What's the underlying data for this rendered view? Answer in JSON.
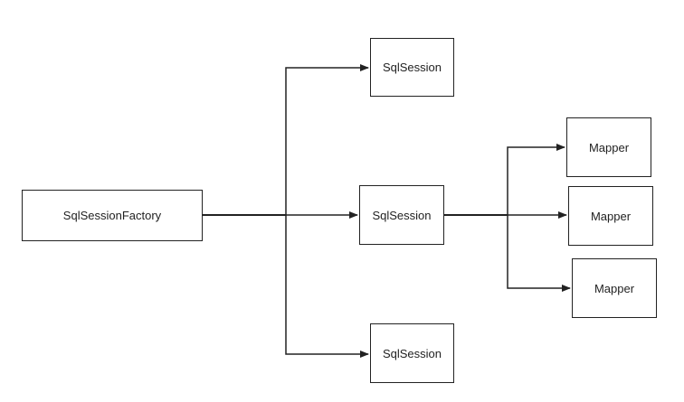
{
  "nodes": {
    "factory": {
      "label": "SqlSessionFactory"
    },
    "sessions": [
      {
        "label": "SqlSession"
      },
      {
        "label": "SqlSession"
      },
      {
        "label": "SqlSession"
      }
    ],
    "mappers": [
      {
        "label": "Mapper"
      },
      {
        "label": "Mapper"
      },
      {
        "label": "Mapper"
      }
    ]
  },
  "edges": [
    {
      "from": "SqlSessionFactory",
      "to": "SqlSession (top)"
    },
    {
      "from": "SqlSessionFactory",
      "to": "SqlSession (middle)"
    },
    {
      "from": "SqlSessionFactory",
      "to": "SqlSession (bottom)"
    },
    {
      "from": "SqlSession (middle)",
      "to": "Mapper (1)"
    },
    {
      "from": "SqlSession (middle)",
      "to": "Mapper (2)"
    },
    {
      "from": "SqlSession (middle)",
      "to": "Mapper (3)"
    }
  ],
  "colors": {
    "line": "#222222",
    "box_border": "#222222",
    "background": "#ffffff"
  }
}
